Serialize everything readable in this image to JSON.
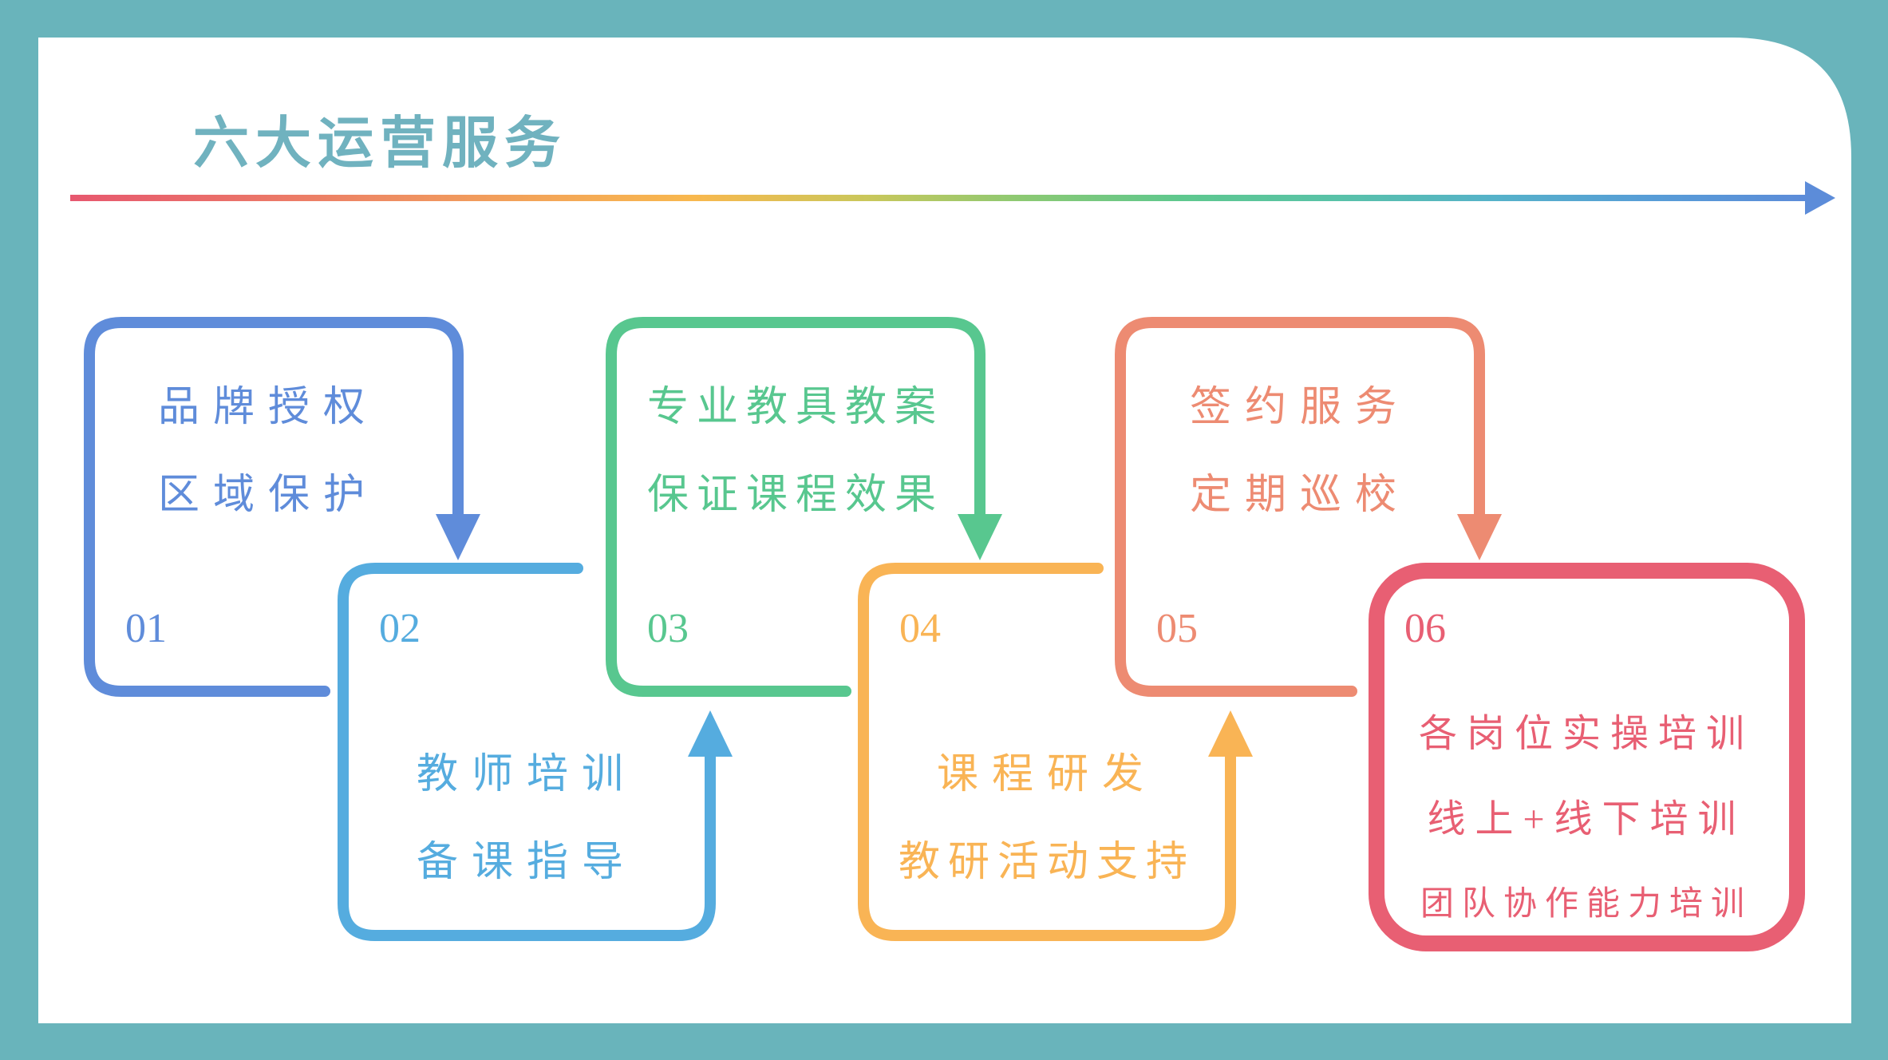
{
  "slide": {
    "title": "六大运营服务",
    "background_color": "#69B4BB",
    "card_color": "#FFFFFF",
    "title_color": "#70B2BF"
  },
  "timeline": {
    "gradient_stops": [
      "#E7586F",
      "#EA6F6A",
      "#EE8C63",
      "#F3A558",
      "#F8B84E",
      "#C9C75B",
      "#8BC973",
      "#5EC88E",
      "#58C2A8",
      "#55B2C9",
      "#579DD7",
      "#5C8CD9"
    ],
    "arrowhead_color": "#5C8CD9"
  },
  "services": [
    {
      "number": "01",
      "color": "#5F8CDA",
      "lines": [
        "品牌授权",
        "区域保护"
      ]
    },
    {
      "number": "02",
      "color": "#55ACDF",
      "lines": [
        "教师培训",
        "备课指导"
      ]
    },
    {
      "number": "03",
      "color": "#58C78F",
      "lines": [
        "专业教具教案",
        "保证课程效果"
      ]
    },
    {
      "number": "04",
      "color": "#F9B455",
      "lines": [
        "课程研发",
        "教研活动支持"
      ]
    },
    {
      "number": "05",
      "color": "#ED8B72",
      "lines": [
        "签约服务",
        "定期巡校"
      ]
    },
    {
      "number": "06",
      "color": "#E85F73",
      "lines": [
        "各岗位实操培训",
        "线上+线下培训",
        "团队协作能力培训"
      ]
    }
  ]
}
